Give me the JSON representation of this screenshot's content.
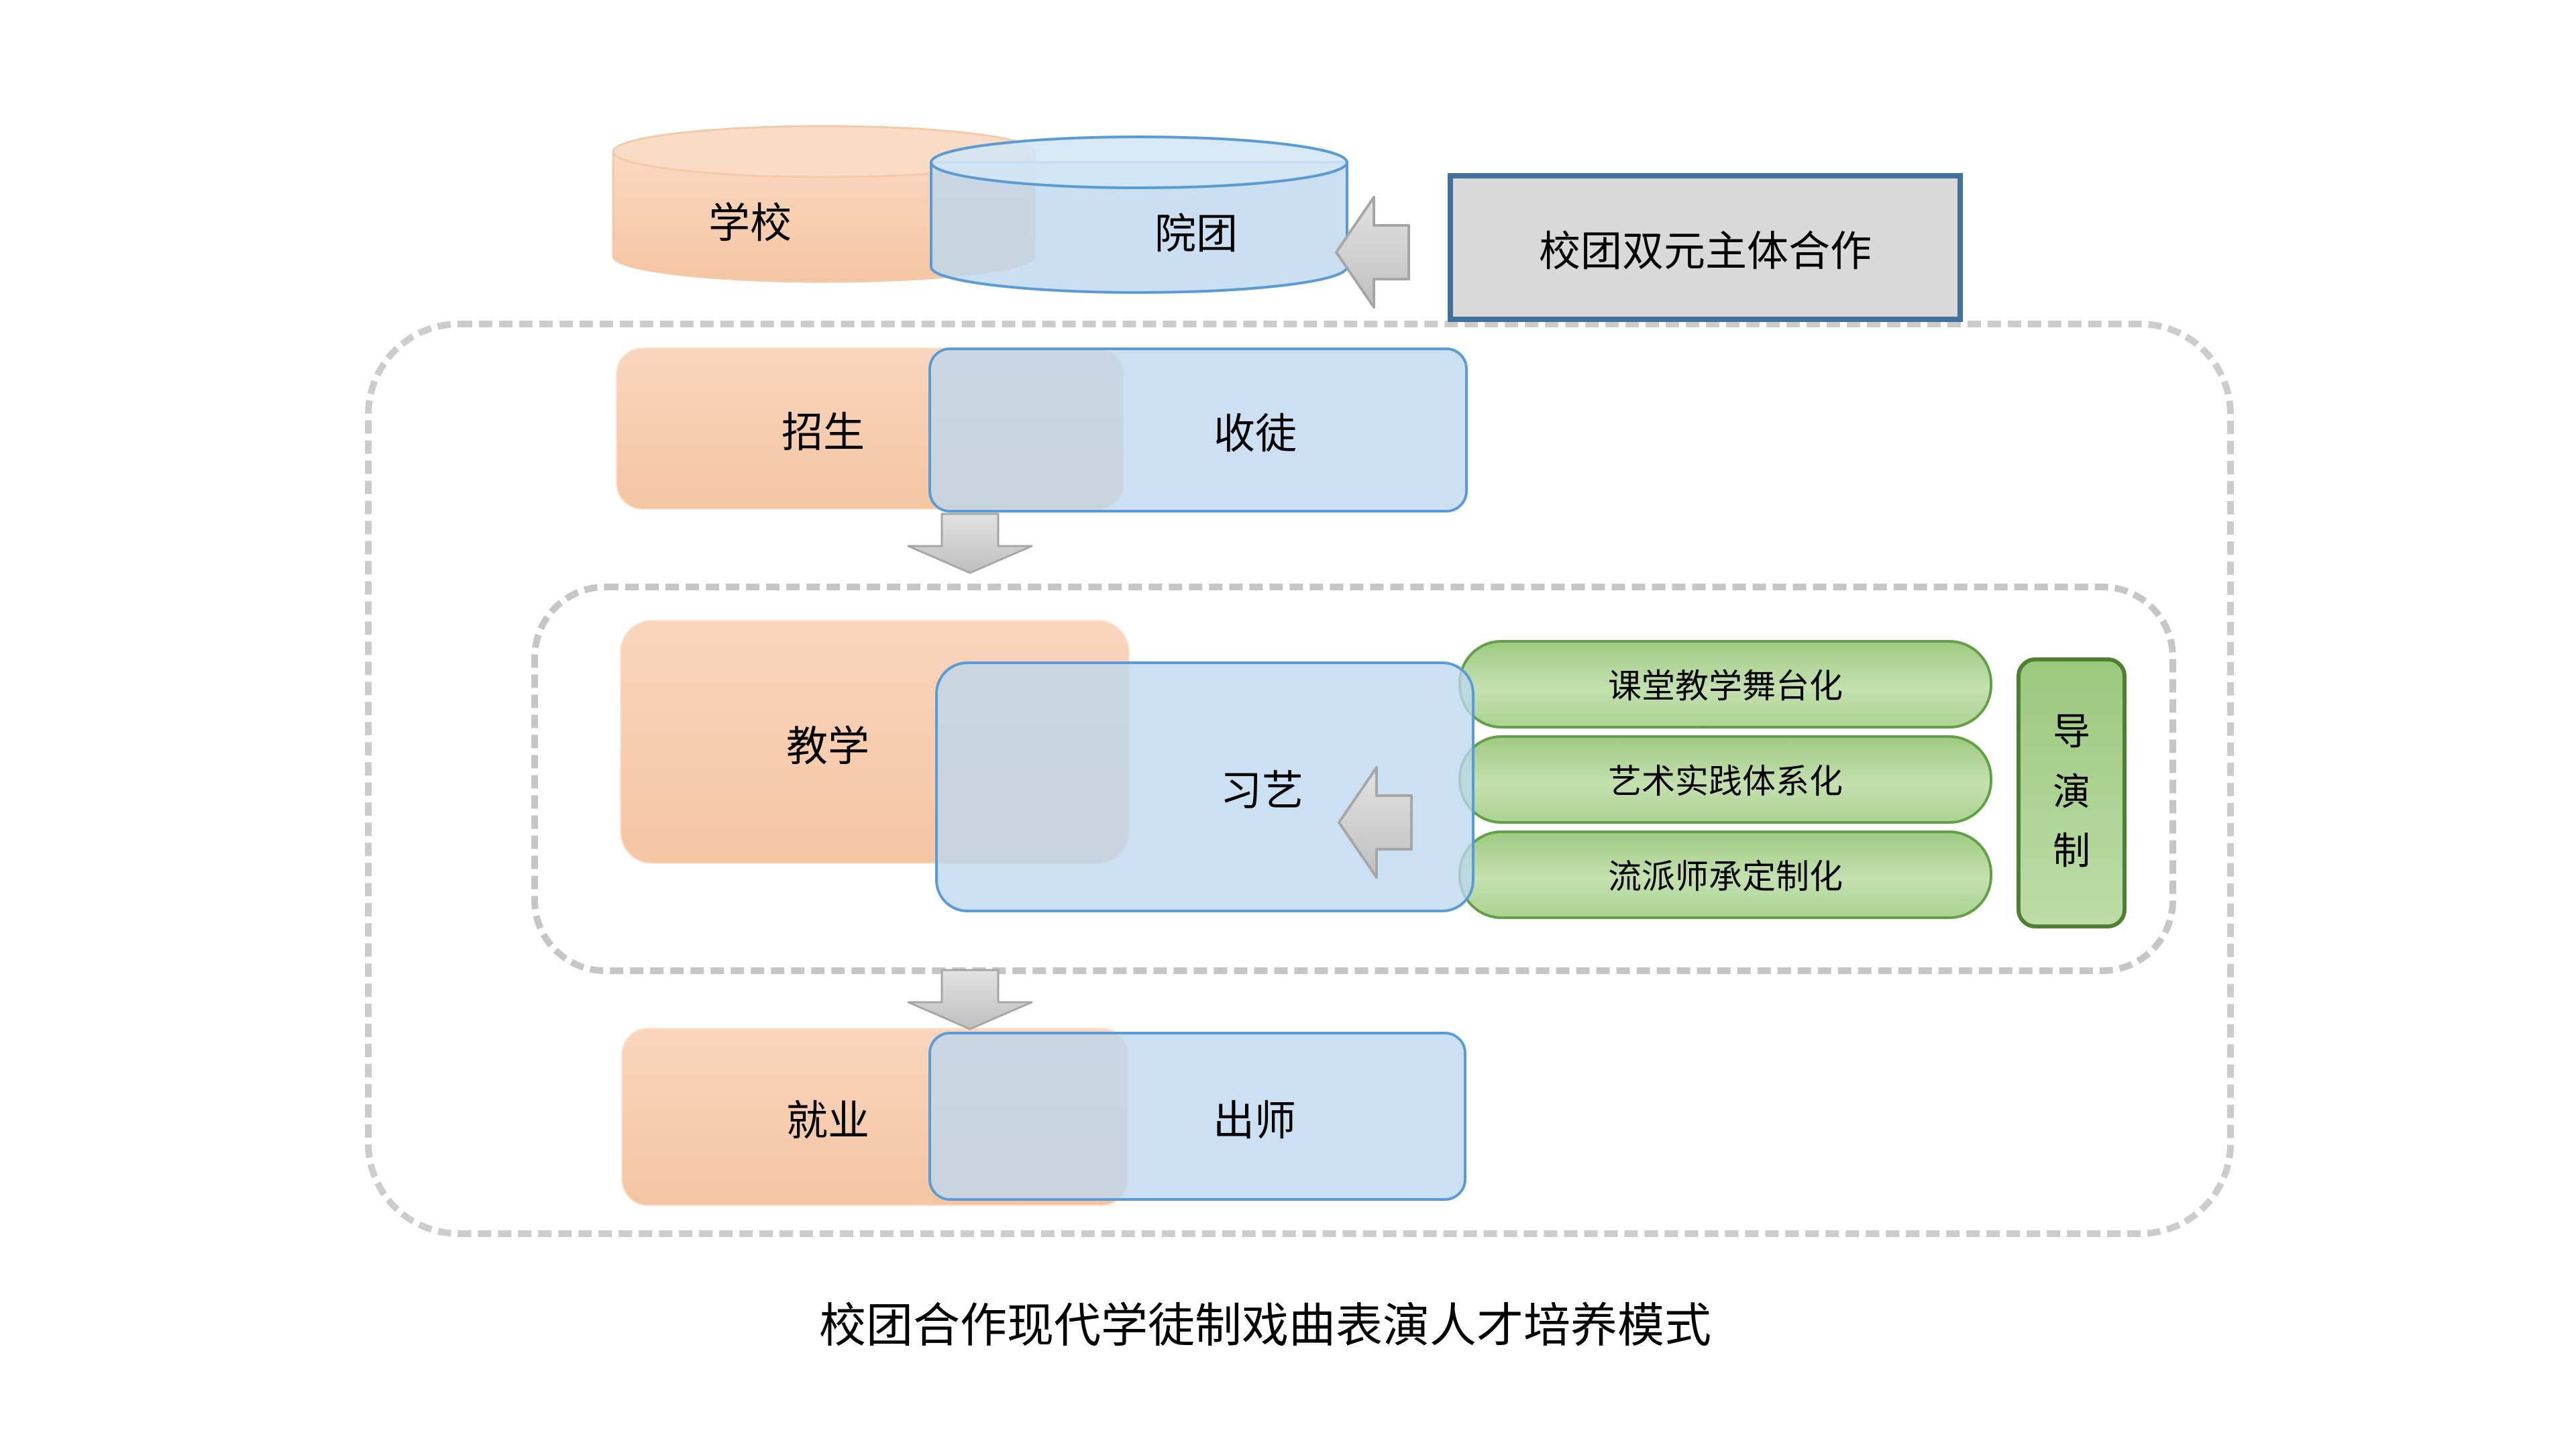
{
  "top": {
    "school": "学校",
    "troupe": "院团",
    "cooperation": "校团双元主体合作"
  },
  "stage_recruit": {
    "orange": "招生",
    "blue": "收徒"
  },
  "stage_teach": {
    "orange": "教学",
    "blue": "习艺"
  },
  "stage_employ": {
    "orange": "就业",
    "blue": "出师"
  },
  "methods": [
    "课堂教学舞台化",
    "艺术实践体系化",
    "流派师承定制化"
  ],
  "director": "导演制",
  "caption": "校团合作现代学徒制戏曲表演人才培养模式",
  "colors": {
    "orange_fill": "#F8CBAD",
    "blue_fill": "#BDD7EE",
    "blue_border": "#5B9BD5",
    "green_fill": "#A9D18E",
    "green_border": "#61A046",
    "director_border": "#4F7F33",
    "coop_fill": "#D9D9D9",
    "coop_border": "#41719C",
    "arrow_gray": "#D2D2D2",
    "dash_gray": "#CCCCCC"
  }
}
